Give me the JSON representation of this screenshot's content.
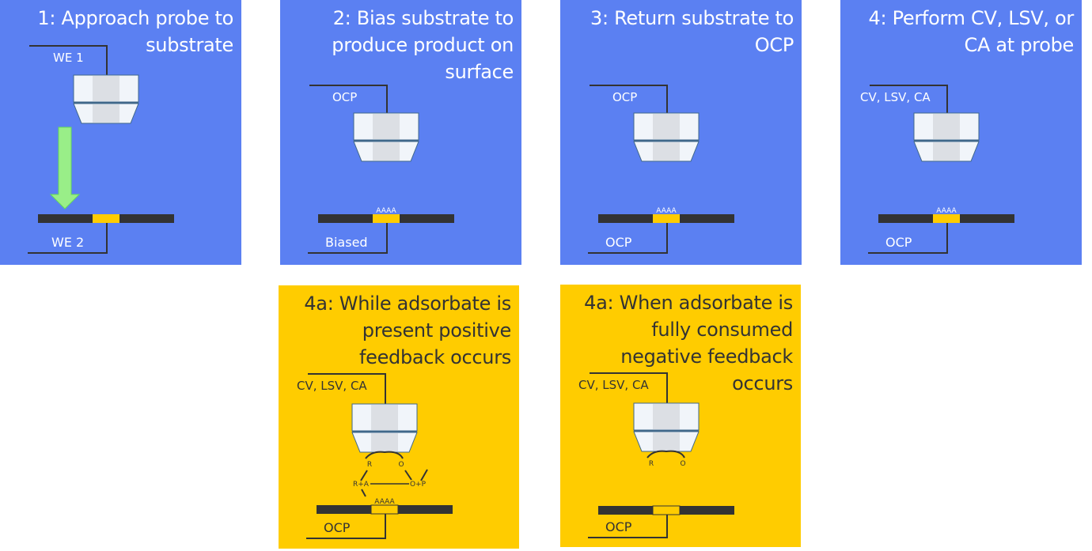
{
  "colors": {
    "panel_blue": "#5b80f2",
    "panel_yellow": "#ffcc00",
    "probe_light": "#f1f5fa",
    "probe_mid": "#dcdfe4",
    "probe_edge": "#40688a",
    "substrate": "#333333",
    "electrode": "#ffcc00",
    "arrow_green": "#99ee88"
  },
  "panels": [
    {
      "title": "1: Approach probe to substrate",
      "probe_label": "WE 1",
      "substrate_label": "WE 2",
      "arrow": "down-arrow"
    },
    {
      "title": "2: Bias substrate to produce product on surface",
      "probe_label": "OCP",
      "substrate_label": "Biased",
      "adsorbate": "AAAA"
    },
    {
      "title": "3: Return substrate to OCP",
      "probe_label": "OCP",
      "substrate_label": "OCP",
      "adsorbate": "AAAA"
    },
    {
      "title": "4: Perform CV, LSV, or CA at probe",
      "probe_label": "CV, LSV, CA",
      "substrate_label": "OCP",
      "adsorbate": "AAAA"
    },
    {
      "title": "4a: While adsorbate is present positive feedback occurs",
      "probe_label": "CV, LSV, CA",
      "substrate_label": "OCP",
      "adsorbate": "AAAA",
      "reaction": {
        "r": "R",
        "o": "O",
        "ra": "R+A",
        "op": "O+P"
      }
    },
    {
      "title": "4a: When adsorbate is fully consumed negative feedback occurs",
      "probe_label": "CV, LSV, CA",
      "substrate_label": "OCP",
      "reaction": {
        "r": "R",
        "o": "O"
      }
    }
  ]
}
